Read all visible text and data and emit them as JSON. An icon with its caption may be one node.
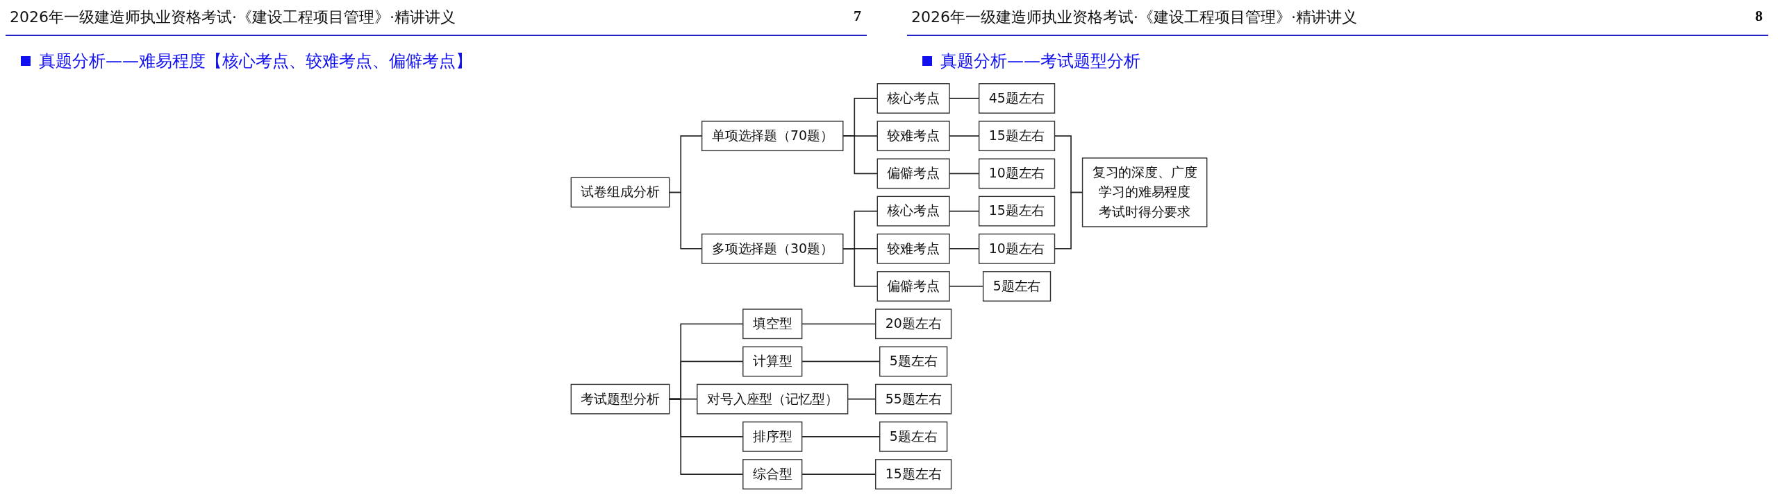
{
  "diagram": {
    "nodes": [
      {
        "text": [
          "试卷组成分析"
        ]
      },
      {
        "text": [
          "单项选择题（70题）"
        ]
      },
      {
        "text": [
          "核心考点"
        ]
      },
      {
        "text": [
          "45题左右"
        ]
      },
      {
        "text": [
          "较难考点"
        ]
      },
      {
        "text": [
          "15题左右"
        ]
      },
      {
        "text": [
          "偏僻考点"
        ]
      },
      {
        "text": [
          "10题左右"
        ]
      },
      {
        "text": [
          "多项选择题（30题）"
        ]
      },
      {
        "text": [
          "核心考点"
        ]
      },
      {
        "text": [
          "15题左右"
        ]
      },
      {
        "text": [
          "较难考点"
        ]
      },
      {
        "text": [
          "10题左右"
        ]
      },
      {
        "text": [
          "偏僻考点"
        ]
      },
      {
        "text": [
          "5题左右"
        ]
      },
      {
        "text": [
          "复习的深度、广度",
          "学习的难易程度",
          "考试时得分要求"
        ]
      },
      {
        "text": [
          "考试题型分析"
        ]
      },
      {
        "text": [
          "填空型"
        ]
      },
      {
        "text": [
          "20题左右"
        ]
      },
      {
        "text": [
          "计算型"
        ]
      },
      {
        "text": [
          "5题左右"
        ]
      },
      {
        "text": [
          "对号入座型（记忆型）"
        ]
      },
      {
        "text": [
          "55题左右"
        ]
      },
      {
        "text": [
          "排序型"
        ]
      },
      {
        "text": [
          "5题左右"
        ]
      },
      {
        "text": [
          "综合型"
        ]
      },
      {
        "text": [
          "15题左右"
        ]
      }
    ],
    "edges": [
      {
        "from": 0,
        "to": 1,
        "arrow": "none"
      },
      {
        "from": 0,
        "to": 8,
        "arrow": "none"
      },
      {
        "from": 1,
        "to": 2,
        "arrow": "none"
      },
      {
        "from": 1,
        "to": 4,
        "arrow": "none"
      },
      {
        "from": 1,
        "to": 6,
        "arrow": "none"
      },
      {
        "from": 2,
        "to": 3,
        "arrow": "none"
      },
      {
        "from": 4,
        "to": 5,
        "arrow": "none"
      },
      {
        "from": 6,
        "to": 7,
        "arrow": "none"
      },
      {
        "from": 8,
        "to": 9,
        "arrow": "none"
      },
      {
        "from": 8,
        "to": 11,
        "arrow": "none"
      },
      {
        "from": 8,
        "to": 13,
        "arrow": "none"
      },
      {
        "from": 9,
        "to": 10,
        "arrow": "none"
      },
      {
        "from": 11,
        "to": 12,
        "arrow": "none"
      },
      {
        "from": 13,
        "to": 14,
        "arrow": "none"
      },
      {
        "from": 5,
        "to": 15,
        "arrow": "none"
      },
      {
        "from": 12,
        "to": 15,
        "arrow": "none"
      },
      {
        "from": 16,
        "to": 17,
        "arrow": "none"
      },
      {
        "from": 16,
        "to": 19,
        "arrow": "none"
      },
      {
        "from": 16,
        "to": 21,
        "arrow": "none"
      },
      {
        "from": 16,
        "to": 23,
        "arrow": "none"
      },
      {
        "from": 16,
        "to": 25,
        "arrow": "none"
      },
      {
        "from": 17,
        "to": 18,
        "arrow": "none"
      },
      {
        "from": 19,
        "to": 20,
        "arrow": "none"
      },
      {
        "from": 21,
        "to": 22,
        "arrow": "none"
      },
      {
        "from": 23,
        "to": 24,
        "arrow": "none"
      },
      {
        "from": 25,
        "to": 26,
        "arrow": "none"
      }
    ],
    "labels": [
      "2026年一级建造师执业资格考试·《建设工程项目管理》·精讲讲义",
      "7",
      "真题分析——难易程度【核心考点、较难考点、偏僻考点】",
      "2026年一级建造师执业资格考试·《建设工程项目管理》·精讲讲义",
      "8",
      "真题分析——考试题型分析"
    ]
  }
}
